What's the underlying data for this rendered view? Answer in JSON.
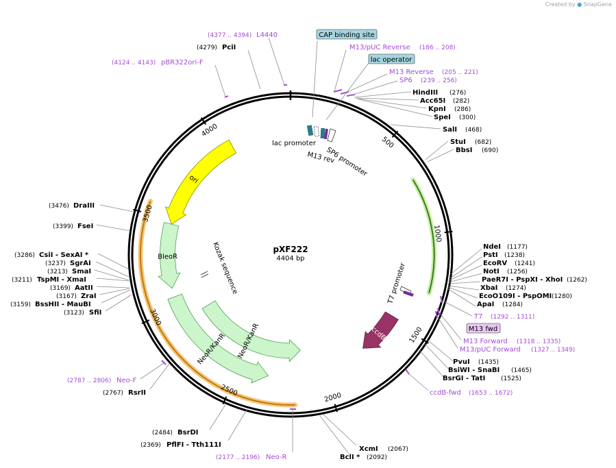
{
  "credit": {
    "prefix": "Created by",
    "brand": "SnapGene"
  },
  "plasmid": {
    "name": "pXF222",
    "length_label": "4404 bp",
    "length": 4404
  },
  "ticks": [
    {
      "pos": 500,
      "label": "500"
    },
    {
      "pos": 1000,
      "label": "1000"
    },
    {
      "pos": 1500,
      "label": "1500"
    },
    {
      "pos": 2000,
      "label": "2000"
    },
    {
      "pos": 2500,
      "label": "2500"
    },
    {
      "pos": 3000,
      "label": "3000"
    },
    {
      "pos": 3500,
      "label": "3500"
    },
    {
      "pos": 4000,
      "label": "4000"
    }
  ],
  "features": [
    {
      "name": "ori",
      "start": 3480,
      "end": 4060,
      "dir": -1,
      "ring": 0.77,
      "color": "#ffff00",
      "stroke": "#8a8a00",
      "label_color": "#000000"
    },
    {
      "name": "BleoR",
      "start": 3110,
      "end": 3480,
      "dir": -1,
      "ring": 0.77,
      "color": "#ccf5cc",
      "stroke": "#4f9e4f",
      "label_color": "#000000"
    },
    {
      "name": "NeoR/KanR",
      "start": 2130,
      "end": 2920,
      "dir": -1,
      "ring": 0.6,
      "color": "#ccf5cc",
      "stroke": "#4f9e4f",
      "label_color": "#000000"
    },
    {
      "name": "NeoR/KanR",
      "start": 2330,
      "end": 3060,
      "dir": -1,
      "ring": 0.77,
      "color": "#ccf5cc",
      "stroke": "#4f9e4f",
      "label_color": "#000000"
    },
    {
      "name": "ccdB",
      "start": 1480,
      "end": 1740,
      "dir": 1,
      "ring": 0.74,
      "color": "#993366",
      "stroke": "#5e1f3e",
      "label_color": "#ffffff"
    }
  ],
  "highlights": [
    {
      "start": 2180,
      "end": 3560,
      "ring": 0.94
    },
    {
      "start": 715,
      "end": 1290,
      "ring": 0.9
    }
  ],
  "small_features": [
    {
      "name": "lac promoter",
      "label": "lac promoter"
    },
    {
      "name": "M13 rev",
      "label": "M13 rev"
    },
    {
      "name": "SP6 promoter",
      "label": "SP6 promoter"
    },
    {
      "name": "T7 promoter",
      "label": "T7 promoter"
    },
    {
      "name": "Kozak sequence",
      "label": "Kozak sequence"
    }
  ],
  "boxed_labels": [
    {
      "text": "CAP binding site",
      "fill": "#a5d6e0"
    },
    {
      "text": "lac operator",
      "fill": "#a5d6e0"
    },
    {
      "text": "M13 fwd",
      "fill": "#e8c8f0"
    }
  ],
  "primers": [
    {
      "text": "(4377 .. 4394)",
      "name": "L4440"
    },
    {
      "text": "(4124 .. 4143)",
      "name": "pBR322ori-F"
    },
    {
      "text": "M13/pUC Reverse",
      "range": "(186 .. 208)"
    },
    {
      "text": "M13 Reverse",
      "range": "(205 .. 221)"
    },
    {
      "text": "SP6",
      "range": "(239 .. 256)"
    },
    {
      "text": "T7",
      "range": "(1292 .. 1311)"
    },
    {
      "text": "M13 Forward",
      "range": "(1318 .. 1335)"
    },
    {
      "text": "M13/pUC Forward",
      "range": "(1327 .. 1349)"
    },
    {
      "text": "ccdB-fwd",
      "range": "(1653 .. 1672)"
    },
    {
      "text": "Neo-R",
      "range": "(2177 .. 2196)"
    },
    {
      "text": "Neo-F",
      "range": "(2787 .. 2806)"
    }
  ],
  "sites": [
    {
      "name": "PciI",
      "pos": "(4279)"
    },
    {
      "name": "HindIII",
      "pos": "(276)"
    },
    {
      "name": "Acc65I",
      "pos": "(282)"
    },
    {
      "name": "KpnI",
      "pos": "(286)"
    },
    {
      "name": "SpeI",
      "pos": "(300)"
    },
    {
      "name": "SalI",
      "pos": "(468)"
    },
    {
      "name": "StuI",
      "pos": "(682)"
    },
    {
      "name": "BbsI",
      "pos": "(690)"
    },
    {
      "name": "NdeI",
      "pos": "(1177)"
    },
    {
      "name": "PstI",
      "pos": "(1238)"
    },
    {
      "name": "EcoRV",
      "pos": "(1241)"
    },
    {
      "name": "NotI",
      "pos": "(1256)"
    },
    {
      "name": "PaeR7I - PspXI - XhoI",
      "pos": "(1262)"
    },
    {
      "name": "XbaI",
      "pos": "(1274)"
    },
    {
      "name": "EcoO109I - PspOMI",
      "pos": "(1280)"
    },
    {
      "name": "ApaI",
      "pos": "(1284)"
    },
    {
      "name": "PvuI",
      "pos": "(1435)"
    },
    {
      "name": "BsiWI - SnaBI",
      "pos": "(1465)"
    },
    {
      "name": "BsrGI - TatI",
      "pos": "(1525)"
    },
    {
      "name": "XcmI",
      "pos": "(2067)"
    },
    {
      "name": "BclI *",
      "pos": "(2092)"
    },
    {
      "name": "BsrDI",
      "pos": "(2484)"
    },
    {
      "name": "PflFI - Tth111I",
      "pos": "(2369)"
    },
    {
      "name": "RsrII",
      "pos": "(2767)"
    },
    {
      "name": "SfiI",
      "pos": "(3123)"
    },
    {
      "name": "BssHII - MauBI",
      "pos": "(3159)"
    },
    {
      "name": "ZraI",
      "pos": "(3167)"
    },
    {
      "name": "AatII",
      "pos": "(3169)"
    },
    {
      "name": "TspMI - XmaI",
      "pos": "(3211)"
    },
    {
      "name": "SmaI",
      "pos": "(3213)"
    },
    {
      "name": "SgrAI",
      "pos": "(3237)"
    },
    {
      "name": "CsiI - SexAI *",
      "pos": "(3286)"
    },
    {
      "name": "FseI",
      "pos": "(3399)"
    },
    {
      "name": "DraIII",
      "pos": "(3476)"
    }
  ]
}
